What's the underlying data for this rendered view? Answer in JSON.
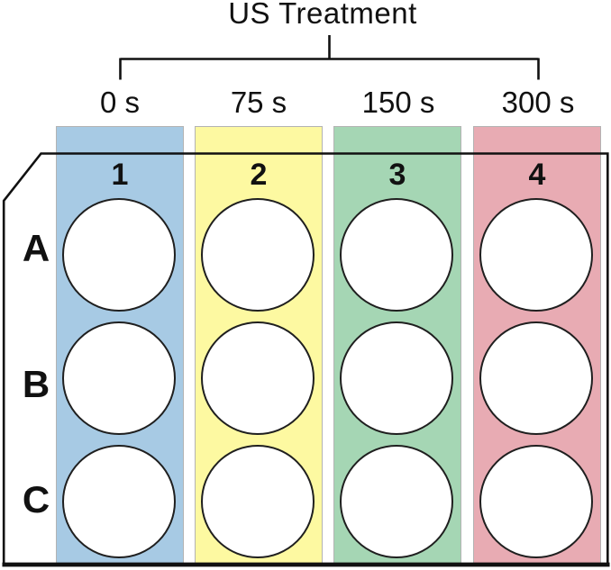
{
  "diagram": {
    "title": "US Treatment",
    "columns": [
      {
        "time_label": "0 s",
        "number": "1",
        "color": "#a7cae4"
      },
      {
        "time_label": "75 s",
        "number": "2",
        "color": "#fdf9a1"
      },
      {
        "time_label": "150 s",
        "number": "3",
        "color": "#a5d6b4"
      },
      {
        "time_label": "300 s",
        "number": "4",
        "color": "#e8abb3"
      }
    ],
    "row_labels": [
      "A",
      "B",
      "C"
    ],
    "colors": {
      "outline": "#111111",
      "well_fill": "#ffffff",
      "well_border": "#1f1f1f",
      "background": "#ffffff"
    }
  }
}
